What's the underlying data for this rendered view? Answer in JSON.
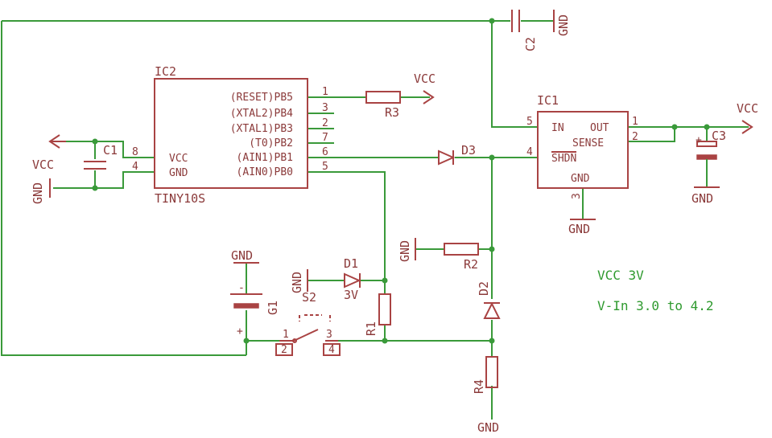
{
  "components": {
    "ic1": {
      "ref": "IC1",
      "pins": {
        "in": "IN",
        "out": "OUT",
        "sense": "SENSE",
        "shdn": "SHDN",
        "gnd": "GND"
      },
      "pin_numbers": {
        "in": "5",
        "out": "1",
        "sense": "2",
        "shdn": "4",
        "gnd": "3"
      }
    },
    "ic2": {
      "ref": "IC2",
      "value": "TINY10S",
      "pins": {
        "pb5": "(RESET)PB5",
        "pb4": "(XTAL2)PB4",
        "pb3": "(XTAL1)PB3",
        "pb2": "(T0)PB2",
        "pb1": "(AIN1)PB1",
        "pb0": "(AIN0)PB0",
        "vcc": "VCC",
        "gnd": "GND"
      },
      "pin_numbers": {
        "pb5": "1",
        "pb4": "3",
        "pb3": "2",
        "pb2": "7",
        "pb1": "6",
        "pb0": "5",
        "vcc": "8",
        "gnd": "4"
      }
    },
    "c1": "C1",
    "c2": "C2",
    "c3": "C3",
    "r1": "R1",
    "r2": "R2",
    "r3": "R3",
    "r4": "R4",
    "d1": "D1",
    "d1_value": "3V",
    "d2": "D2",
    "d3": "D3",
    "g1": "G1",
    "g1_minus": "-",
    "g1_plus": "+",
    "s2": "S2",
    "s2_pins": {
      "p1": "1",
      "p2": "2",
      "p3": "3",
      "p4": "4"
    },
    "c3_plus": "+"
  },
  "power": {
    "vcc": "VCC",
    "gnd": "GND"
  },
  "notes": {
    "vcc": "VCC 3V",
    "vin": "V-In 3.0 to 4.2"
  },
  "colors": {
    "wire": "#3a9a3a",
    "symbol": "#a94343",
    "text": "#8b3a3a",
    "note": "#2f9a2f"
  }
}
